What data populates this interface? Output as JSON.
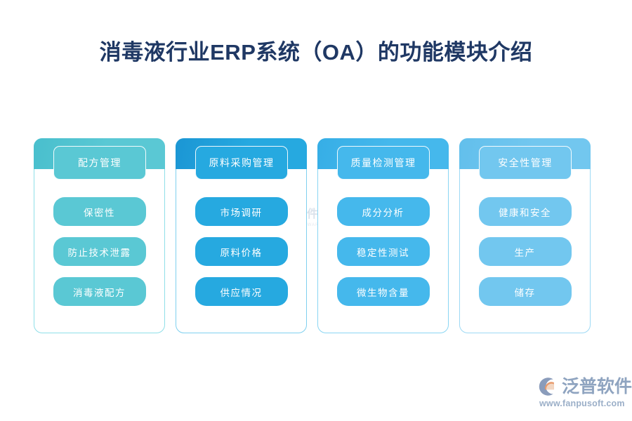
{
  "page": {
    "title": "消毒液行业ERP系统（OA）的功能模块介绍",
    "background": "#ffffff",
    "title_color": "#1f3864"
  },
  "watermark": {
    "name": "泛普软件",
    "subtitle": "FANPU SOFTWARE"
  },
  "columns": [
    {
      "title": "配方管理",
      "color": "#5ac8d4",
      "head_color": "#5ac8d4",
      "head_dark_color": "#49bfcd",
      "border_color": "#8fdfe8",
      "items": [
        {
          "label": "保密性"
        },
        {
          "label": "防止技术泄露"
        },
        {
          "label": "消毒液配方"
        }
      ]
    },
    {
      "title": "原料采购管理",
      "color": "#26a9e0",
      "head_color": "#26a9e0",
      "head_dark_color": "#1b96d4",
      "border_color": "#7fd0ef",
      "items": [
        {
          "label": "市场调研"
        },
        {
          "label": "原料价格"
        },
        {
          "label": "供应情况"
        }
      ]
    },
    {
      "title": "质量检测管理",
      "color": "#45b8ec",
      "head_color": "#45b8ec",
      "head_dark_color": "#36aee6",
      "border_color": "#8ad6f3",
      "items": [
        {
          "label": "成分分析"
        },
        {
          "label": "稳定性测试"
        },
        {
          "label": "微生物含量"
        }
      ]
    },
    {
      "title": "安全性管理",
      "color": "#72c7ef",
      "head_color": "#72c7ef",
      "head_dark_color": "#62bfec",
      "border_color": "#9dd9f5",
      "items": [
        {
          "label": "健康和安全"
        },
        {
          "label": "生产"
        },
        {
          "label": "储存"
        }
      ]
    }
  ],
  "brand": {
    "name": "泛普软件",
    "url": "www.fanpusoft.com",
    "mark_outer_color": "#8a9cbb",
    "mark_inner_color": "#e89a6c"
  }
}
